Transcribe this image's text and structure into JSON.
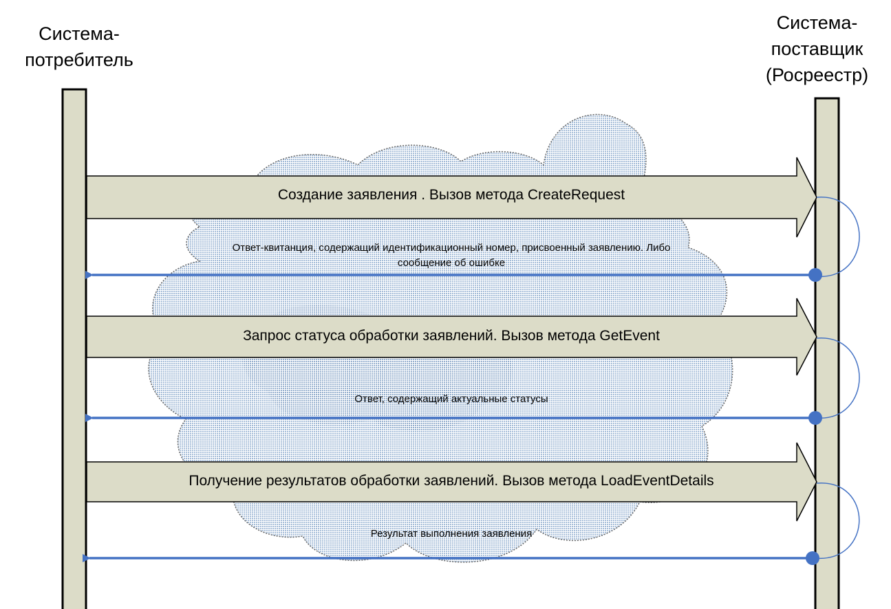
{
  "actors": {
    "consumer": {
      "line1": "Система-",
      "line2": "потребитель"
    },
    "provider": {
      "line1": "Система-",
      "line2": "поставщик",
      "line3": "(Росреестр)"
    }
  },
  "messages": {
    "req1": "Создание заявления . Вызов метода CreateRequest",
    "resp1_line1": "Ответ-квитанция, содержащий идентификационный номер, присвоенный заявлению. Либо",
    "resp1_line2": "сообщение об ошибке",
    "req2": "Запрос статуса обработки заявлений. Вызов метода GetEvent",
    "resp2": "Ответ, содержащий актуальные статусы",
    "req3": "Получение результатов обработки заявлений. Вызов метода LoadEventDetails",
    "resp3": "Результат выполнения заявления"
  },
  "colors": {
    "lifeline_fill": "#dcdcc8",
    "arrow_fill": "#dcdcc8",
    "response_line": "#4472c4",
    "cloud": "#9fb8d6"
  }
}
